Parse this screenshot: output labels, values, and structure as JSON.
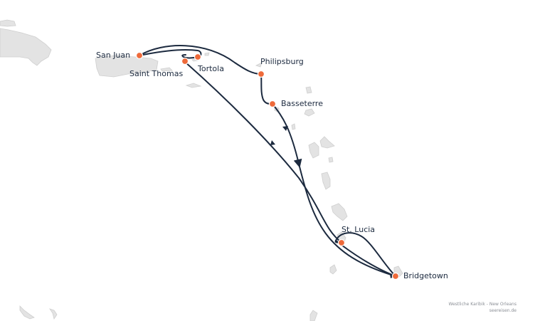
{
  "colors": {
    "land_fill": "#e3e3e3",
    "land_stroke": "#cfcfcf",
    "route": "#1c2a3f",
    "port": "#ee6a3a",
    "label": "#1c2a3f",
    "credit": "#8b8f96"
  },
  "ports": [
    {
      "id": "san-juan",
      "name": "San Juan"
    },
    {
      "id": "saint-thomas",
      "name": "Saint Thomas"
    },
    {
      "id": "tortola",
      "name": "Tortola"
    },
    {
      "id": "philipsburg",
      "name": "Philipsburg"
    },
    {
      "id": "basseterre",
      "name": "Basseterre"
    },
    {
      "id": "st-lucia",
      "name": "St. Lucia"
    },
    {
      "id": "bridgetown",
      "name": "Bridgetown"
    }
  ],
  "credit": {
    "line1": "Westliche Karibik - New Orleans",
    "line2": "seereisen.de"
  }
}
